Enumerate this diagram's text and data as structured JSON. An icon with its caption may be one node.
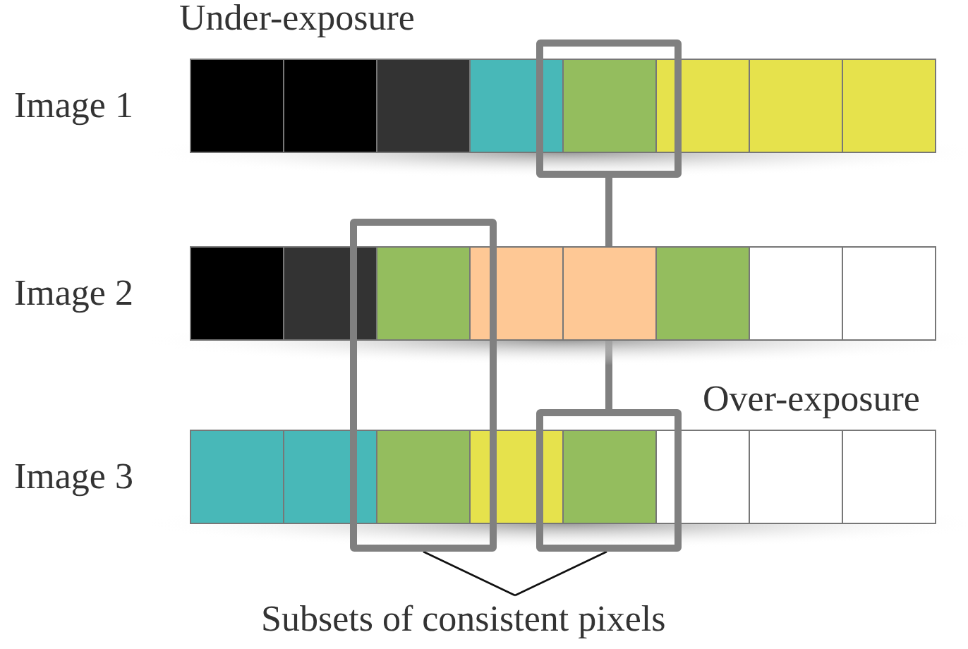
{
  "diagram": {
    "nodes": [
      {
        "text": [],
        "shape": "box"
      },
      {
        "text": [],
        "shape": "box"
      },
      {
        "text": [],
        "shape": "box"
      },
      {
        "text": [
          "Subsets of consistent pixels"
        ]
      }
    ],
    "edges": [
      {
        "from": 0,
        "to": 2,
        "arrow": "none",
        "style": "thick",
        "color": "#808080"
      },
      {
        "from": 3,
        "to": 1,
        "arrow": "none"
      },
      {
        "from": 3,
        "to": 2,
        "arrow": "none"
      }
    ],
    "labels": [
      "Under-exposure",
      "Image 1",
      "Image 2",
      "Over-exposure",
      "Image 3"
    ]
  }
}
